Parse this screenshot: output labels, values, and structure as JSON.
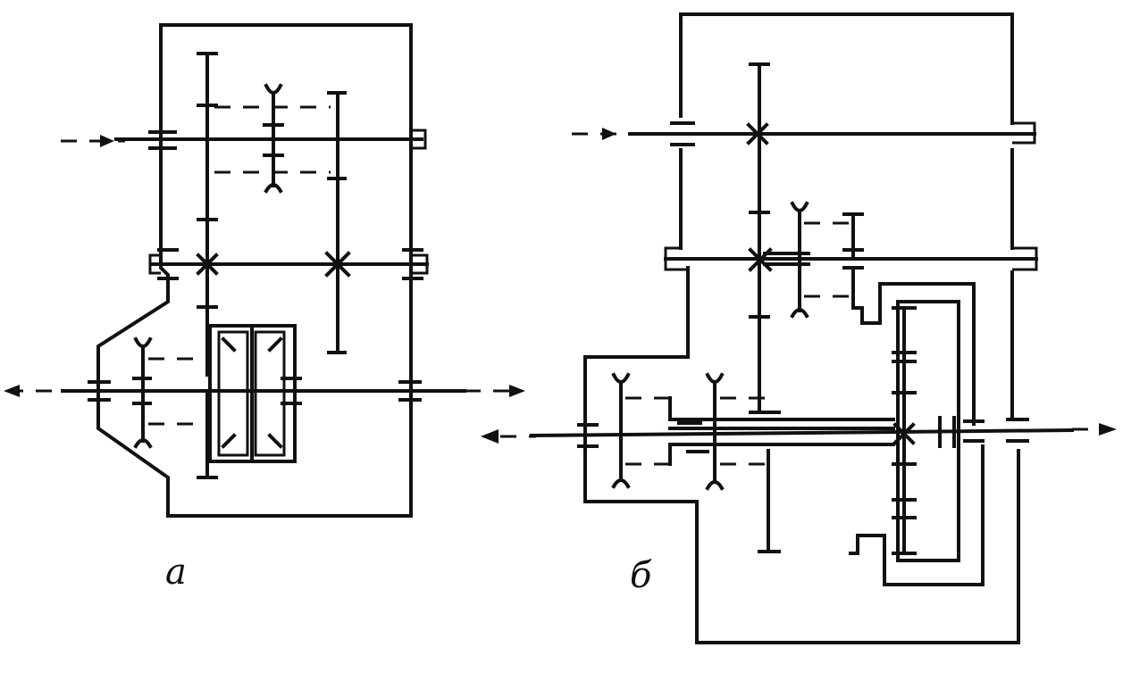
{
  "figure": {
    "background": "#ffffff",
    "ink_color": "#111111",
    "diagrams": [
      {
        "id": "a",
        "label": "а"
      },
      {
        "id": "b",
        "label": "б"
      }
    ]
  }
}
